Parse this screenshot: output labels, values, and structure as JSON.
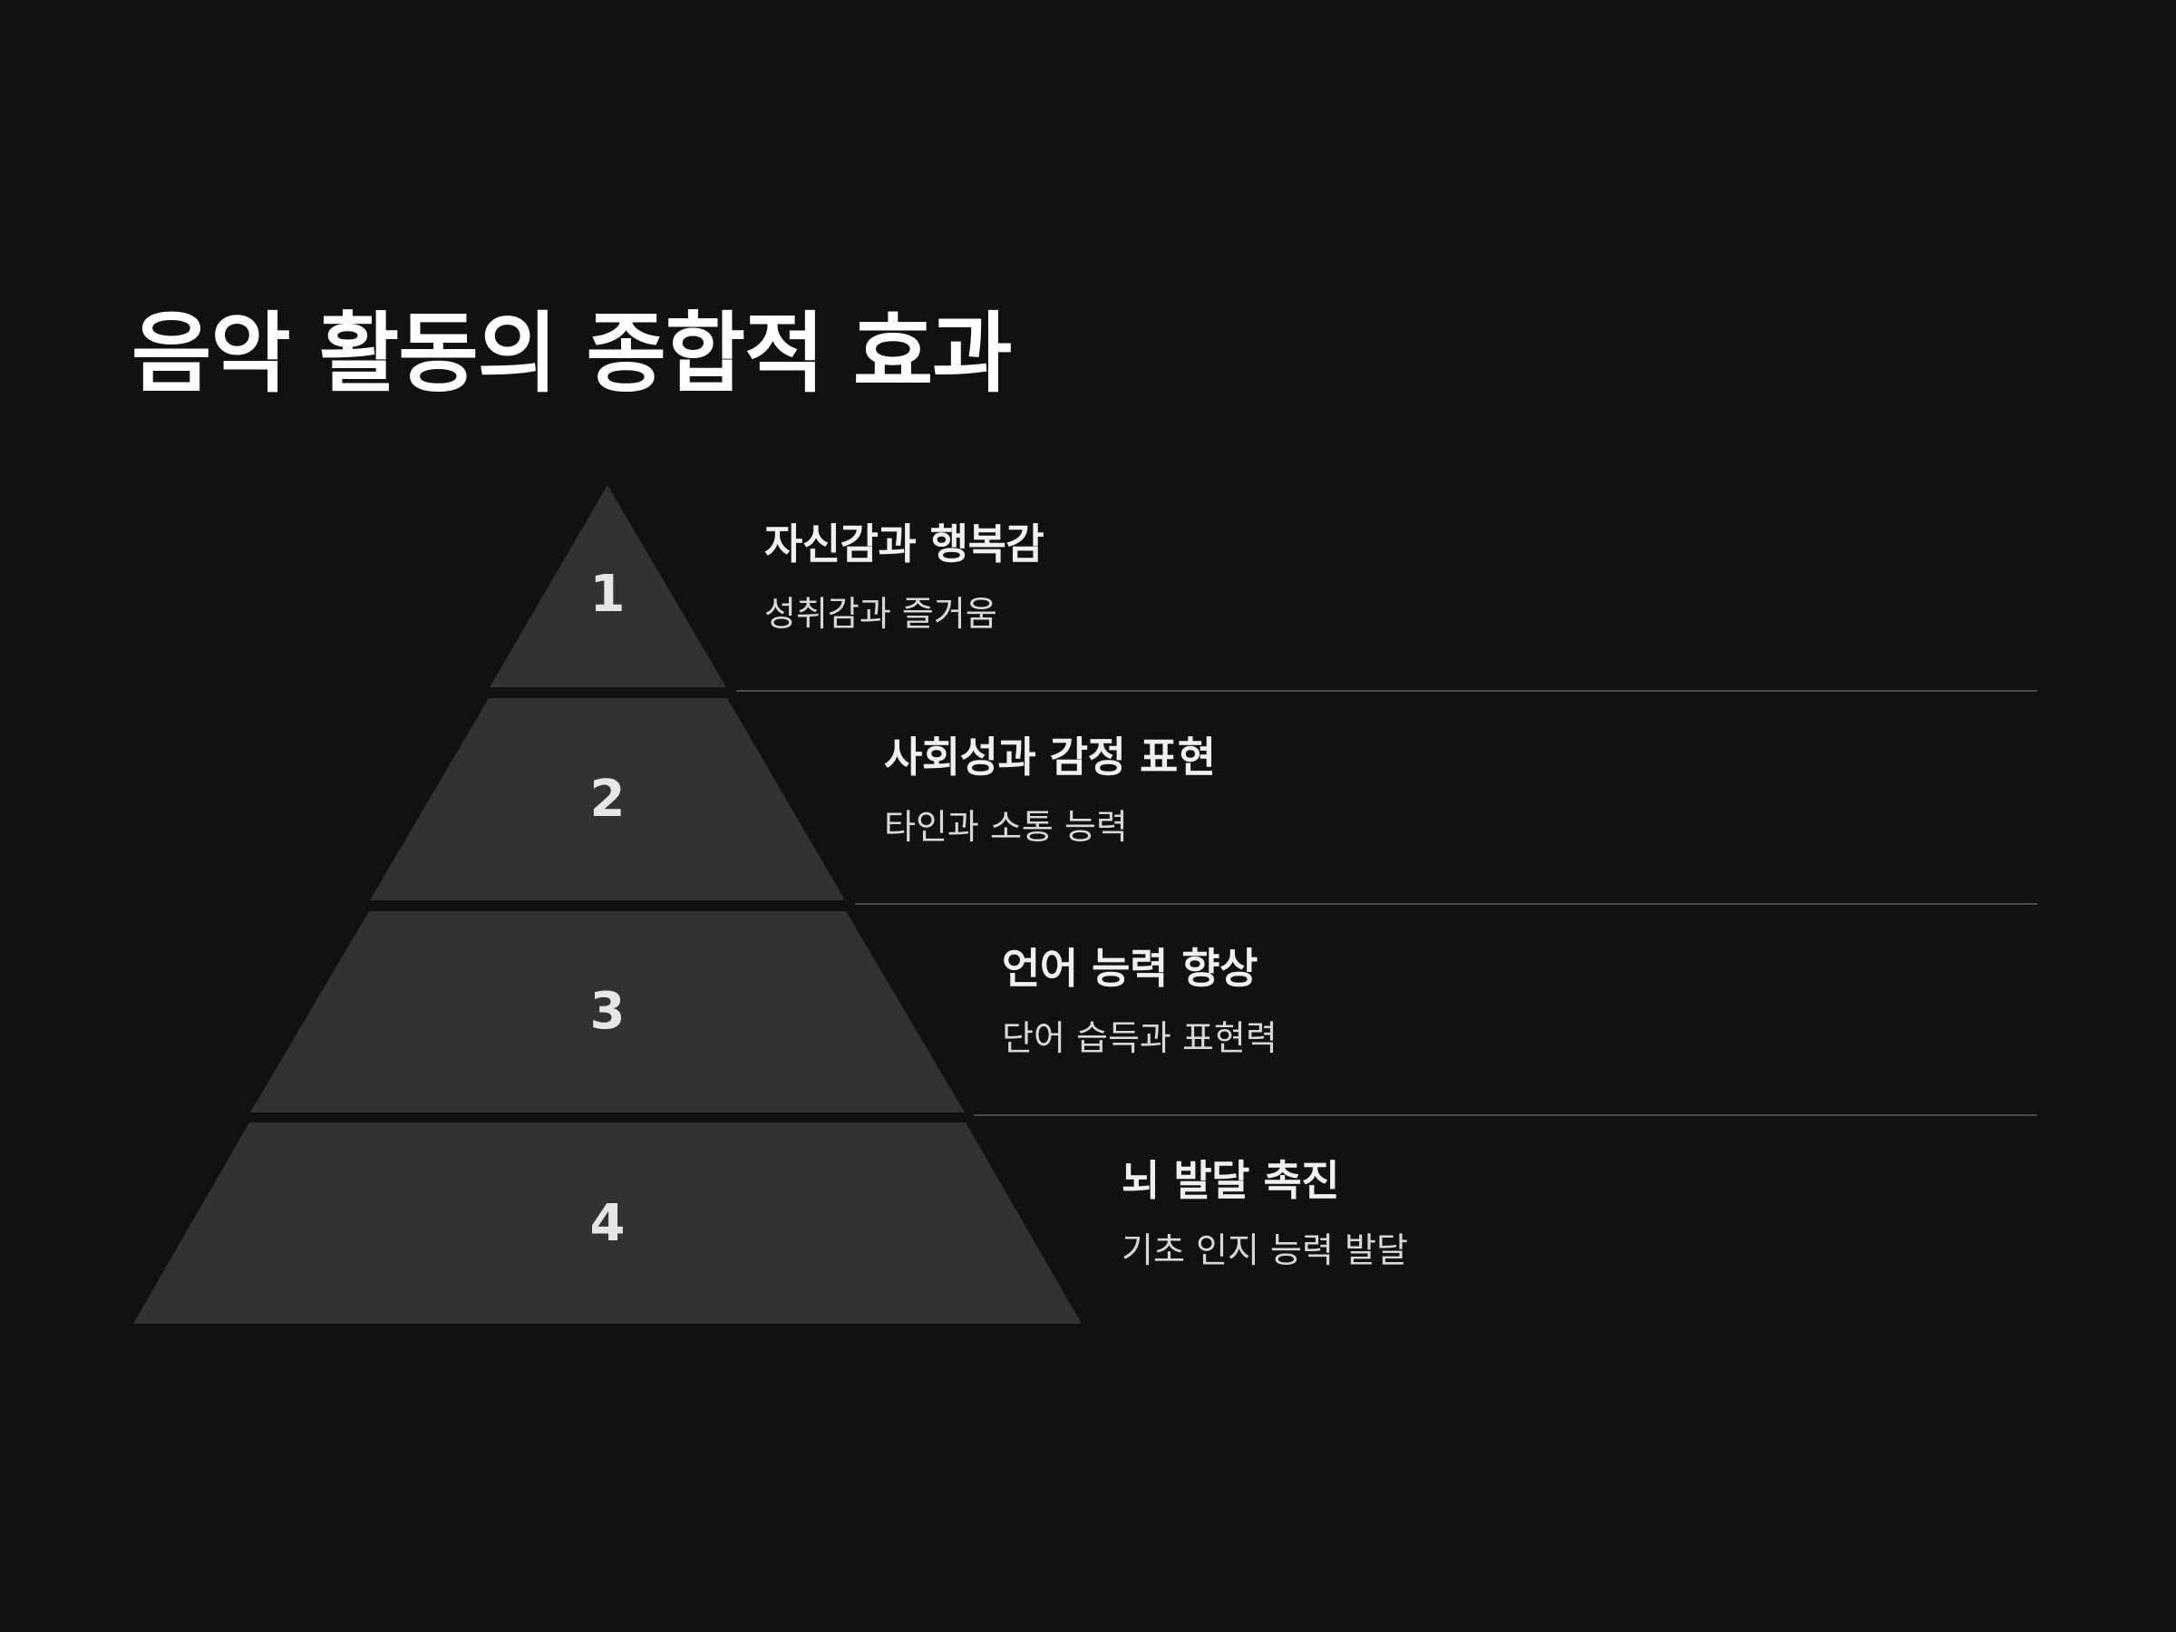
{
  "title": "음악 활동의 종합적 효과",
  "colors": {
    "background": "#101113",
    "tier_fill": "#313234",
    "separator": "#4a4b4d"
  },
  "tiers": [
    {
      "number": "1",
      "heading": "자신감과 행복감",
      "description": "성취감과 즐거움"
    },
    {
      "number": "2",
      "heading": "사회성과 감정 표현",
      "description": "타인과 소통 능력"
    },
    {
      "number": "3",
      "heading": "언어 능력 향상",
      "description": "단어 습득과 표현력"
    },
    {
      "number": "4",
      "heading": "뇌 발달 촉진",
      "description": "기초 인지 능력 발달"
    }
  ]
}
